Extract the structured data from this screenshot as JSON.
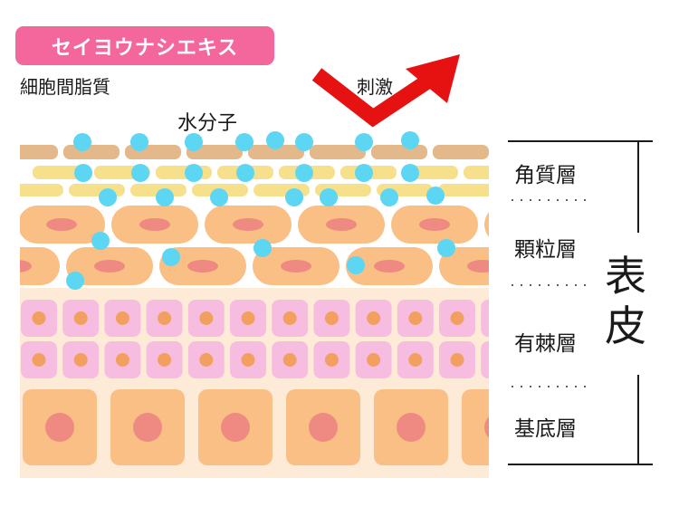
{
  "title_badge": {
    "text": "セイヨウナシエキス",
    "color": "#f4679c"
  },
  "labels": {
    "intercellular_lipid": "細胞間脂質",
    "water_molecules": "水分子",
    "stimulus": "刺激"
  },
  "layers": [
    {
      "id": "stratum-corneum",
      "label": "角質層"
    },
    {
      "id": "stratum-granulosum",
      "label": "顆粒層"
    },
    {
      "id": "stratum-spinosum",
      "label": "有棘層"
    },
    {
      "id": "stratum-basale",
      "label": "基底層"
    }
  ],
  "epidermis": {
    "line1": "表",
    "line2": "皮"
  },
  "colors": {
    "corneum_top": "#e3b98c",
    "lipid": "#f7e08c",
    "granular_cell": "#f9bf84",
    "granular_nucleus": "#ef8a82",
    "spinous_cell": "#f7bde0",
    "spinous_nucleus": "#f1a060",
    "basal_bg": "#fdebd8",
    "basal_cell": "#f9bf84",
    "basal_nucleus": "#ef8a82",
    "water": "#5cd6f2",
    "arrow": "#e61212"
  }
}
